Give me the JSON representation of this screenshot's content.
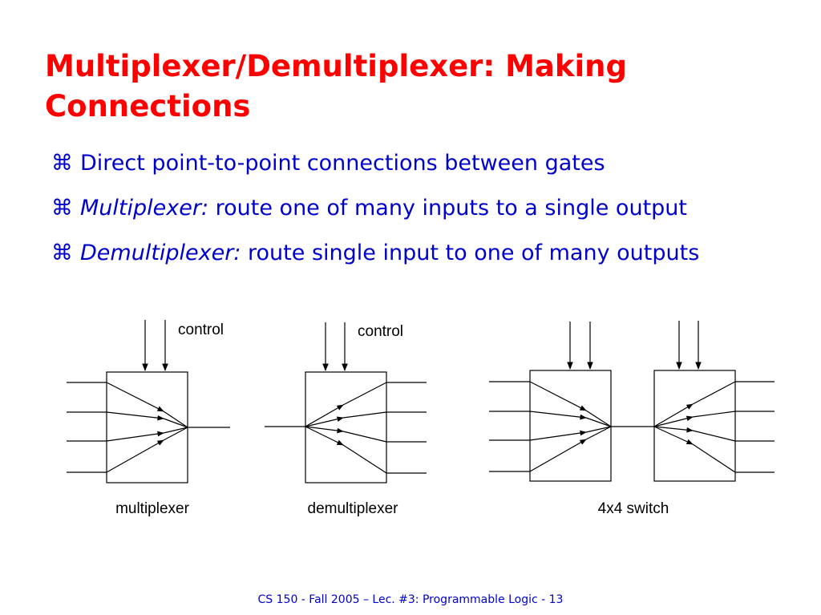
{
  "slide": {
    "title_line1": "Multiplexer/Demultiplexer: Making",
    "title_line2": "Connections",
    "bullet_mark": "⌘",
    "bullets": [
      {
        "em": "",
        "text": "Direct point-to-point connections between gates"
      },
      {
        "em": "Multiplexer:",
        "text": " route one of many inputs to a single output"
      },
      {
        "em": "Demultiplexer:",
        "text": " route single input to one of many outputs"
      }
    ],
    "footer": "CS 150 - Fall 2005 – Lec. #3: Programmable Logic - 13"
  },
  "diagram": {
    "mux": {
      "control_label": "control",
      "caption": "multiplexer"
    },
    "demux": {
      "control_label": "control",
      "caption": "demultiplexer"
    },
    "switch": {
      "caption": "4x4 switch"
    }
  }
}
